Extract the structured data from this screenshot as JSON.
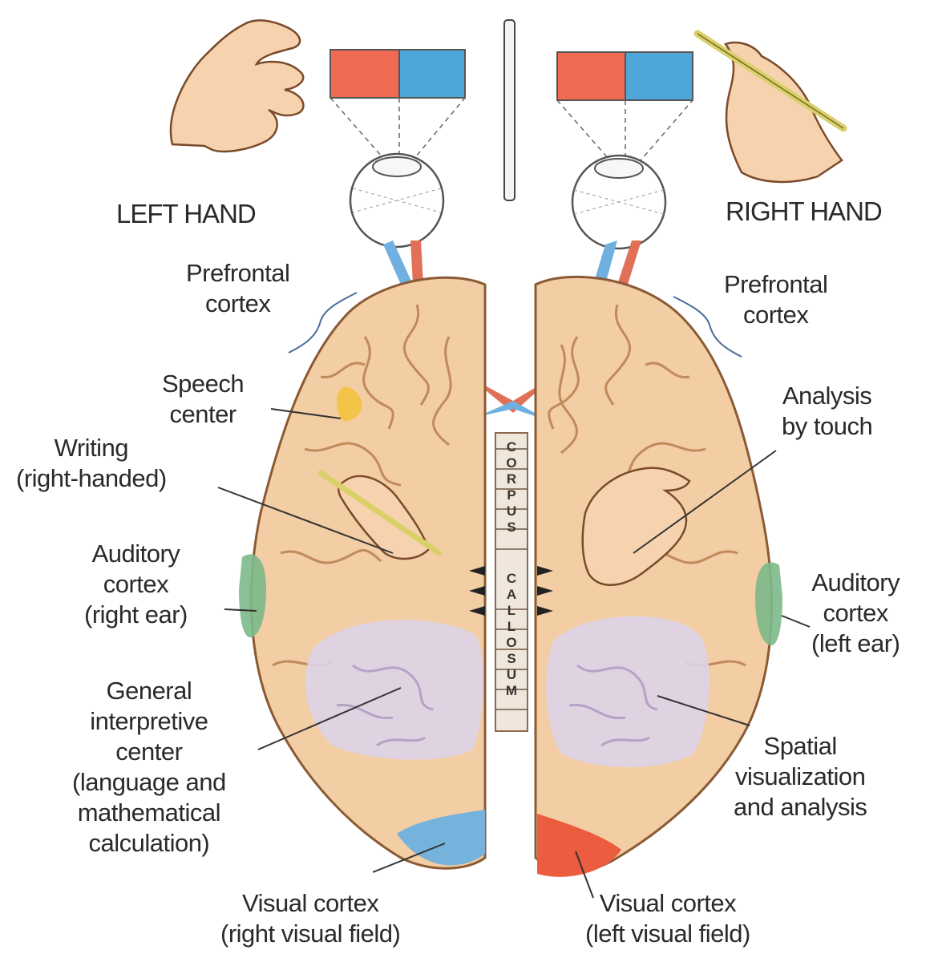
{
  "labels": {
    "left_hand": "LEFT HAND",
    "right_hand": "RIGHT HAND",
    "prefrontal_left": [
      "Prefrontal",
      "cortex"
    ],
    "prefrontal_right": [
      "Prefrontal",
      "cortex"
    ],
    "speech_center": [
      "Speech",
      "center"
    ],
    "writing": [
      "Writing",
      "(right-handed)"
    ],
    "auditory_left": [
      "Auditory",
      "cortex",
      "(right ear)"
    ],
    "general_interpretive": [
      "General",
      "interpretive",
      "center",
      "(language and",
      "mathematical",
      "calculation)"
    ],
    "visual_left": [
      "Visual cortex",
      "(right visual field)"
    ],
    "analysis_touch": [
      "Analysis",
      "by touch"
    ],
    "auditory_right": [
      "Auditory",
      "cortex",
      "(left ear)"
    ],
    "spatial": [
      "Spatial",
      "visualization",
      "and analysis"
    ],
    "visual_right": [
      "Visual cortex",
      "(left visual field)"
    ],
    "corpus_callosum": [
      "C",
      "O",
      "R",
      "P",
      "U",
      "S",
      "C",
      "A",
      "L",
      "L",
      "O",
      "S",
      "U",
      "M"
    ]
  },
  "colors": {
    "red_field": "#ef6a50",
    "blue_field": "#4ea6d9",
    "brain": "#f3cda3",
    "speech": "#f3c33e",
    "auditory": "#7cb98a",
    "interpretive": "#ddd3e8",
    "visual_left": "#76b3dc",
    "visual_right": "#ec5c3e"
  }
}
